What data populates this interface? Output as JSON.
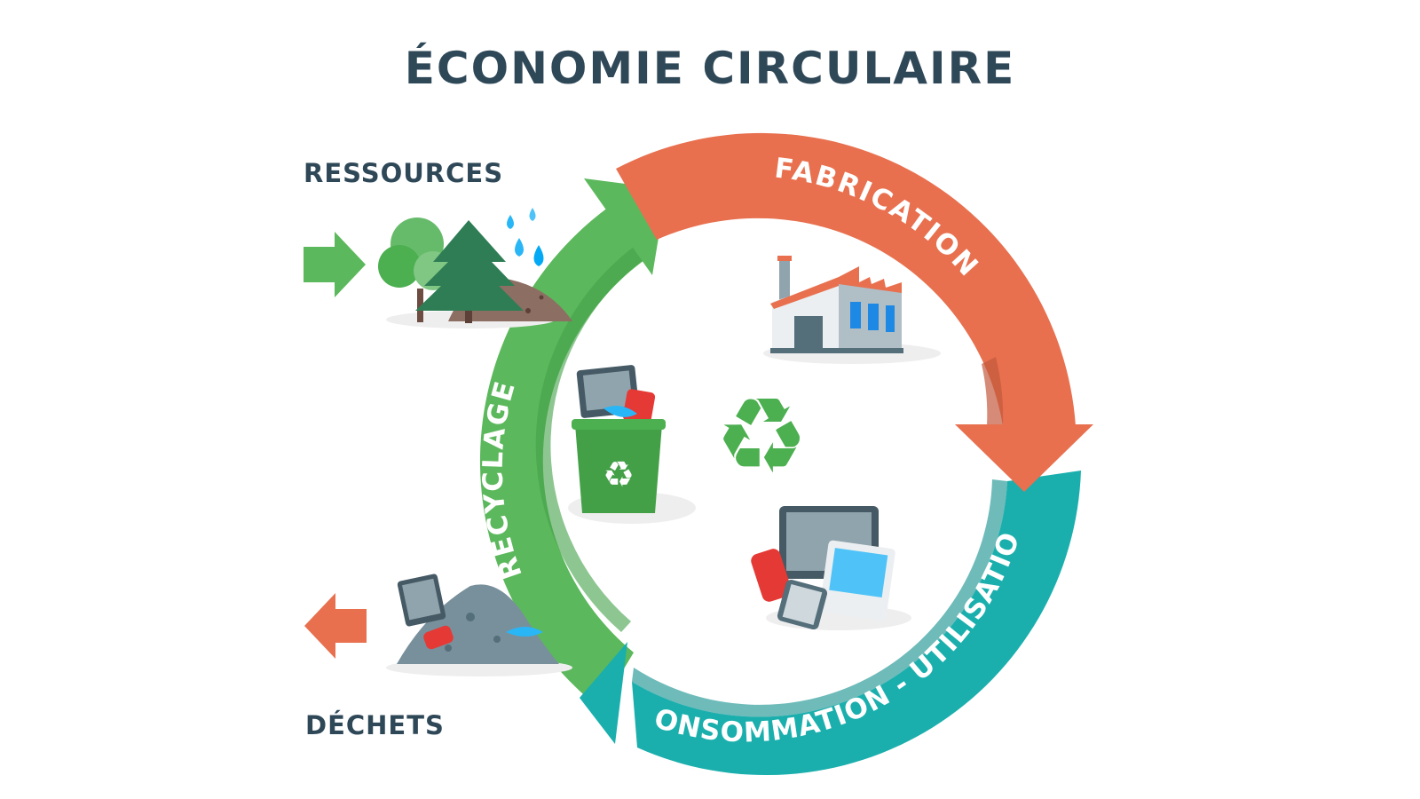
{
  "title": "ÉCONOMIE CIRCULAIRE",
  "inputs": {
    "resources_label": "RESSOURCES",
    "waste_label": "DÉCHETS"
  },
  "cycle": {
    "stages": [
      {
        "label": "FABRICATION",
        "color": "#e8704f",
        "icon": "factory-icon"
      },
      {
        "label": "CONSOMMATION - UTILISATION",
        "color": "#1aafad",
        "icon": "devices-icon"
      },
      {
        "label": "RECYCLAGE",
        "color": "#5cb85c",
        "icon": "recycle-bin-icon"
      }
    ],
    "center_icon": "recycle-symbol-icon"
  },
  "colors": {
    "title": "#2f4858",
    "resources_arrow": "#5cb85c",
    "waste_arrow": "#e8704f"
  }
}
